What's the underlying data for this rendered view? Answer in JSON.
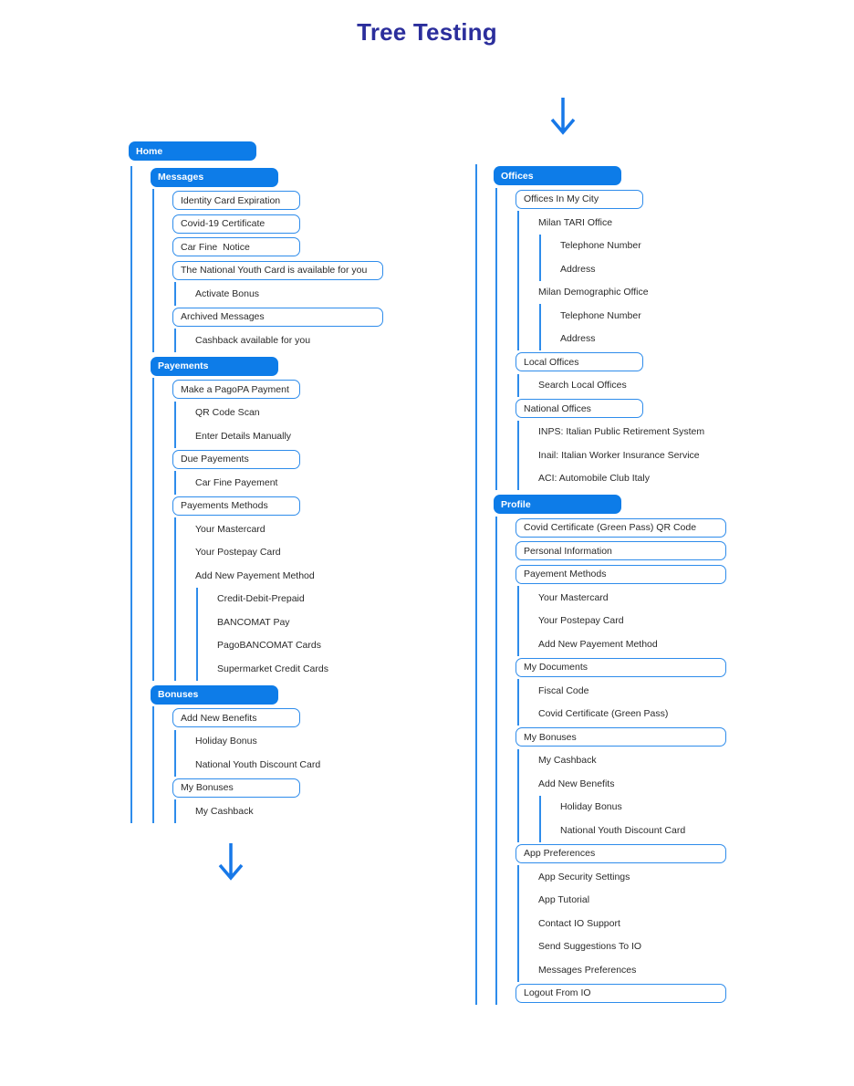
{
  "title": "Tree Testing",
  "colors": {
    "header_fill": "#0d7ce8",
    "line_and_border": "#2e8ceb",
    "arrow": "#1778e8",
    "title_text": "#2b2e9c",
    "node_text": "#2a2a2a"
  },
  "arrows": {
    "top_right": "down-arrow",
    "bottom_left": "down-arrow"
  },
  "tree": {
    "columns": [
      {
        "name": "left",
        "nodes": [
          {
            "label": "Home",
            "style": "header",
            "children": [
              {
                "label": "Messages",
                "style": "header",
                "children": [
                  {
                    "label": "Identity Card Expiration",
                    "style": "box"
                  },
                  {
                    "label": "Covid-19 Certificate",
                    "style": "box"
                  },
                  {
                    "label": "Car Fine  Notice",
                    "style": "box"
                  },
                  {
                    "label": "The National Youth Card is available for you",
                    "style": "box",
                    "wide": true,
                    "children": [
                      {
                        "label": "Activate Bonus",
                        "style": "text"
                      }
                    ]
                  },
                  {
                    "label": "Archived Messages",
                    "style": "box",
                    "wide": true,
                    "children": [
                      {
                        "label": "Cashback available for you",
                        "style": "text"
                      }
                    ]
                  }
                ]
              },
              {
                "label": "Payements",
                "style": "header",
                "children": [
                  {
                    "label": "Make a PagoPA Payment",
                    "style": "box",
                    "children": [
                      {
                        "label": "QR Code Scan",
                        "style": "text"
                      },
                      {
                        "label": "Enter Details Manually",
                        "style": "text"
                      }
                    ]
                  },
                  {
                    "label": "Due Payements",
                    "style": "box",
                    "children": [
                      {
                        "label": "Car Fine Payement",
                        "style": "text"
                      }
                    ]
                  },
                  {
                    "label": "Payements Methods",
                    "style": "box",
                    "children": [
                      {
                        "label": "Your Mastercard",
                        "style": "text"
                      },
                      {
                        "label": "Your Postepay Card",
                        "style": "text"
                      },
                      {
                        "label": "Add New Payement Method",
                        "style": "text",
                        "children": [
                          {
                            "label": "Credit-Debit-Prepaid",
                            "style": "text"
                          },
                          {
                            "label": "BANCOMAT Pay",
                            "style": "text"
                          },
                          {
                            "label": "PagoBANCOMAT Cards",
                            "style": "text"
                          },
                          {
                            "label": "Supermarket Credit Cards",
                            "style": "text"
                          }
                        ]
                      }
                    ]
                  }
                ]
              },
              {
                "label": "Bonuses",
                "style": "header",
                "children": [
                  {
                    "label": "Add New Benefits",
                    "style": "box",
                    "children": [
                      {
                        "label": "Holiday Bonus",
                        "style": "text"
                      },
                      {
                        "label": "National Youth Discount Card",
                        "style": "text"
                      }
                    ]
                  },
                  {
                    "label": "My Bonuses",
                    "style": "box",
                    "children": [
                      {
                        "label": "My Cashback",
                        "style": "text"
                      }
                    ]
                  }
                ]
              }
            ]
          }
        ]
      },
      {
        "name": "right",
        "nodes": [
          {
            "label": "Offices",
            "style": "header",
            "children": [
              {
                "label": "Offices In My City",
                "style": "box",
                "children": [
                  {
                    "label": "Milan TARI Office",
                    "style": "text",
                    "children": [
                      {
                        "label": "Telephone Number",
                        "style": "text"
                      },
                      {
                        "label": "Address",
                        "style": "text"
                      }
                    ]
                  },
                  {
                    "label": "Milan Demographic Office",
                    "style": "text",
                    "children": [
                      {
                        "label": "Telephone Number",
                        "style": "text"
                      },
                      {
                        "label": "Address",
                        "style": "text"
                      }
                    ]
                  }
                ]
              },
              {
                "label": "Local Offices",
                "style": "box",
                "children": [
                  {
                    "label": "Search Local Offices",
                    "style": "text"
                  }
                ]
              },
              {
                "label": "National Offices",
                "style": "box",
                "children": [
                  {
                    "label": "INPS: Italian Public Retirement System",
                    "style": "text"
                  },
                  {
                    "label": "Inail: Italian Worker Insurance Service",
                    "style": "text"
                  },
                  {
                    "label": "ACI: Automobile Club Italy",
                    "style": "text"
                  }
                ]
              }
            ]
          },
          {
            "label": "Profile",
            "style": "header",
            "children": [
              {
                "label": "Covid Certificate (Green Pass) QR Code",
                "style": "box",
                "wide": true
              },
              {
                "label": "Personal Information",
                "style": "box",
                "wide": true
              },
              {
                "label": "Payement Methods",
                "style": "box",
                "wide": true,
                "children": [
                  {
                    "label": "Your Mastercard",
                    "style": "text"
                  },
                  {
                    "label": "Your Postepay Card",
                    "style": "text"
                  },
                  {
                    "label": "Add New Payement Method",
                    "style": "text"
                  }
                ]
              },
              {
                "label": "My Documents",
                "style": "box",
                "wide": true,
                "children": [
                  {
                    "label": "Fiscal Code",
                    "style": "text"
                  },
                  {
                    "label": "Covid Certificate (Green Pass)",
                    "style": "text"
                  }
                ]
              },
              {
                "label": "My Bonuses",
                "style": "box",
                "wide": true,
                "children": [
                  {
                    "label": "My Cashback",
                    "style": "text"
                  },
                  {
                    "label": "Add New Benefits",
                    "style": "text",
                    "children": [
                      {
                        "label": "Holiday Bonus",
                        "style": "text"
                      },
                      {
                        "label": "National Youth Discount Card",
                        "style": "text"
                      }
                    ]
                  }
                ]
              },
              {
                "label": "App Preferences",
                "style": "box",
                "wide": true,
                "children": [
                  {
                    "label": "App Security Settings",
                    "style": "text"
                  },
                  {
                    "label": "App Tutorial",
                    "style": "text"
                  },
                  {
                    "label": "Contact IO Support",
                    "style": "text"
                  },
                  {
                    "label": "Send Suggestions To IO",
                    "style": "text"
                  },
                  {
                    "label": "Messages Preferences",
                    "style": "text"
                  }
                ]
              },
              {
                "label": "Logout From IO",
                "style": "box",
                "wide": true
              }
            ]
          }
        ]
      }
    ]
  }
}
